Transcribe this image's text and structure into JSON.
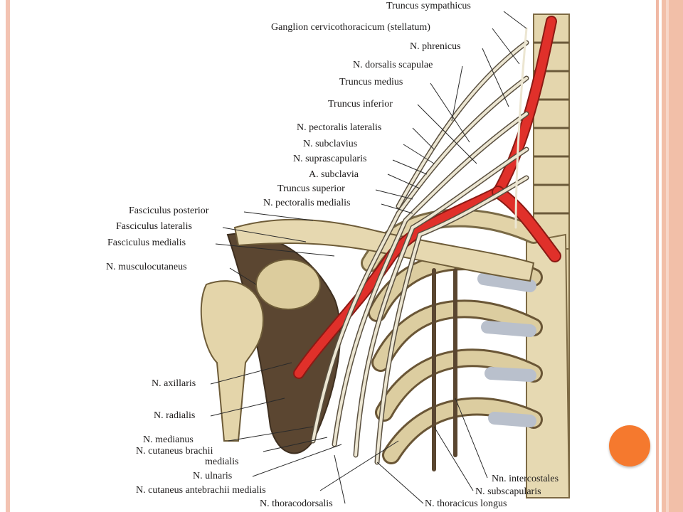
{
  "slide": {
    "colors": {
      "frame": "#f2bfa8",
      "accent_dot": "#f5792e",
      "artery": "#e0302a",
      "bone": "#e2d3a8",
      "nerve": "#e8e2cc"
    },
    "figure": {
      "labels": {
        "truncus_sympathicus": "Truncus sympathicus",
        "ganglion_stellatum": "Ganglion cervicothoracicum (stellatum)",
        "n_phrenicus": "N. phrenicus",
        "n_dorsalis_scapulae": "N. dorsalis scapulae",
        "truncus_medius": "Truncus medius",
        "truncus_inferior": "Truncus inferior",
        "n_pectoralis_lateralis": "N. pectoralis lateralis",
        "n_subclavius": "N. subclavius",
        "n_suprascapularis": "N. suprascapularis",
        "a_subclavia": "A. subclavia",
        "truncus_superior": "Truncus superior",
        "n_pectoralis_medialis": "N. pectoralis medialis",
        "fasciculus_posterior": "Fasciculus posterior",
        "fasciculus_lateralis": "Fasciculus lateralis",
        "fasciculus_medialis": "Fasciculus medialis",
        "n_musculocutaneus": "N. musculocutaneus",
        "n_axillaris": "N. axillaris",
        "n_radialis": "N. radialis",
        "n_medianus": "N. medianus",
        "n_cutaneus_brachii": "N. cutaneus brachii",
        "medialis": "medialis",
        "n_ulnaris": "N. ulnaris",
        "n_cutaneus_antebrachii": "N. cutaneus antebrachii medialis",
        "n_thoracodorsalis": "N. thoracodorsalis",
        "n_thoracicus_longus": "N. thoracicus longus",
        "nn_intercostales": "Nn. intercostales",
        "n_subscapularis": "N. subscapularis"
      }
    }
  }
}
